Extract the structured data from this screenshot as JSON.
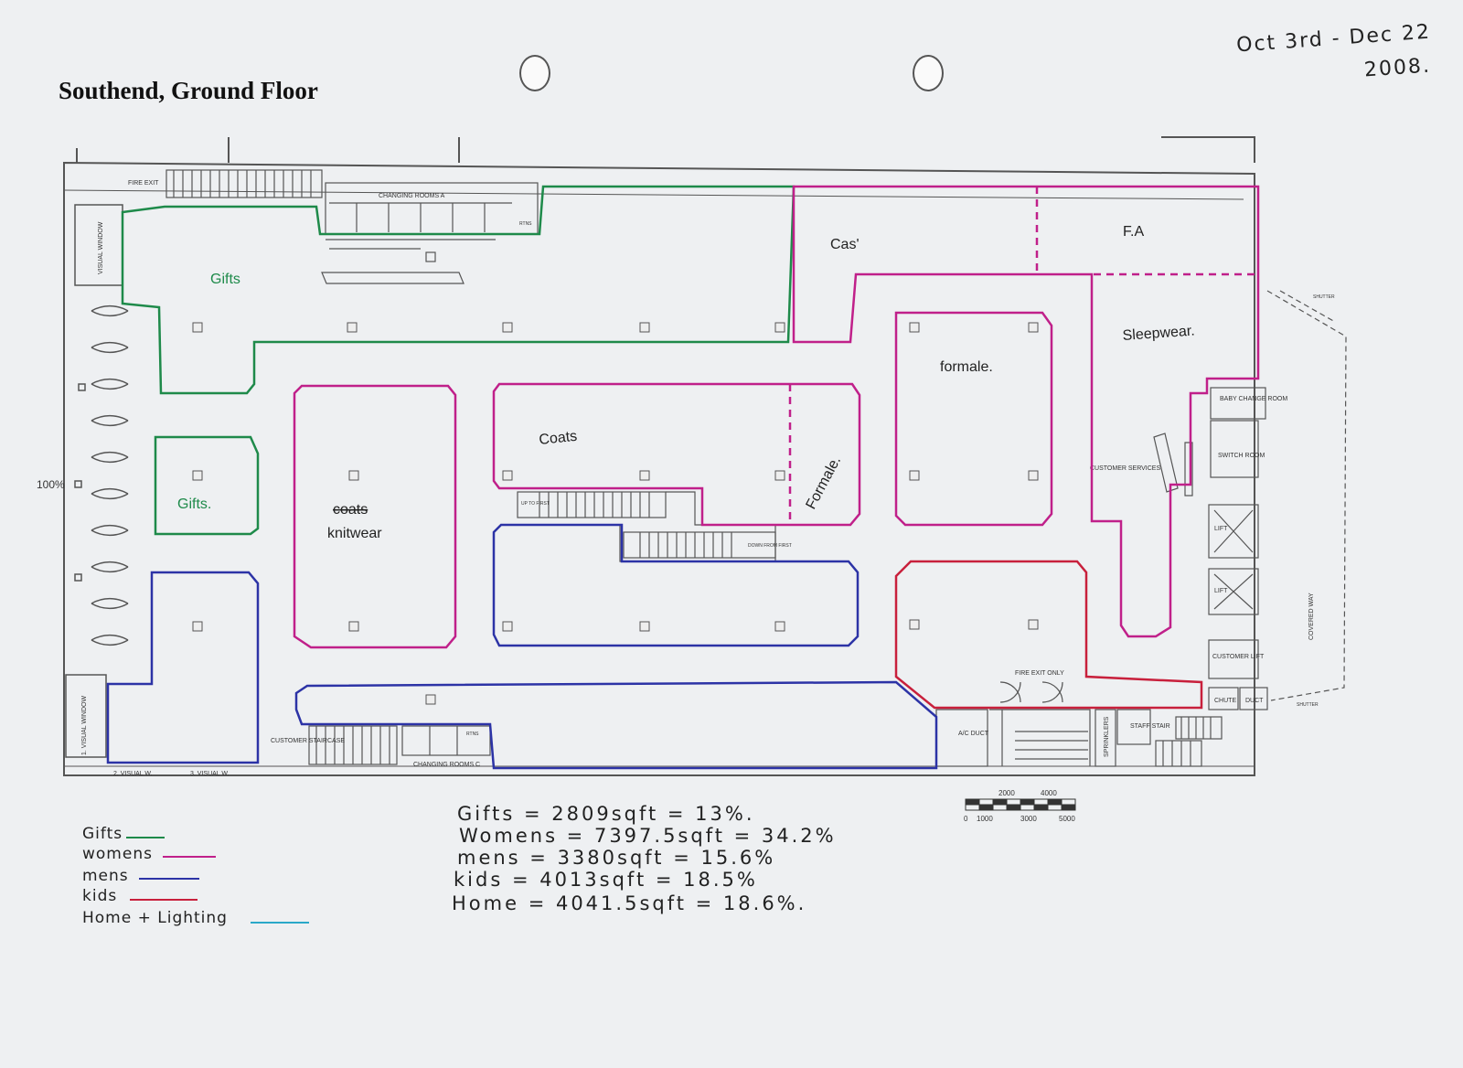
{
  "title": "Southend, Ground Floor",
  "date": {
    "line1": "Oct 3rd - Dec 22",
    "line2": "2008."
  },
  "colors": {
    "gifts": "#1e8a4a",
    "womens": "#c0208a",
    "mens": "#2c33a6",
    "kids": "#c8203c",
    "home": "#2aa8c8",
    "plan": "#555555"
  },
  "plan_labels": {
    "fire_exit": "FIRE EXIT",
    "visual_window": "VISUAL WINDOW",
    "changing_rooms_a": "CHANGING ROOMS A",
    "rtns_a": "RTNS",
    "changing_rooms_c": "CHANGING ROOMS C",
    "rtns_c": "RTNS",
    "customer_staircase": "CUSTOMER STAIRCASE",
    "up_to_first": "UP TO FIRST",
    "down_from_first": "DOWN FROM FIRST",
    "fire_exit_only": "FIRE EXIT ONLY",
    "ac_duct": "A/C DUCT",
    "sprinklers": "SPRINKLERS",
    "staff_stair": "STAFF STAIR",
    "chute": "CHUTE",
    "duct": "DUCT",
    "customer_lift": "CUSTOMER LIFT",
    "lift": "LIFT",
    "switch_room": "SWITCH ROOM",
    "baby_change_room": "BABY CHANGE ROOM",
    "customer_services": "CUSTOMER SERVICES",
    "covered_way": "COVERED WAY",
    "shutter": "SHUTTER",
    "visual_window_1": "1. VISUAL WINDOW",
    "visual_w_2": "2. VISUAL W.",
    "visual_w_3": "3. VISUAL W.",
    "percent": "100%"
  },
  "zones": {
    "gifts_top": "Gifts",
    "gifts_small": "Gifts.",
    "cas": "Cas'",
    "fa": "F.A",
    "sleepwear": "Sleepwear.",
    "formale_right": "formale.",
    "coats": "Coats",
    "formale_rotated": "Formale.",
    "coats_struck": "coats",
    "knitwear": "knitwear"
  },
  "scale_bar": {
    "top_ticks": [
      "2000",
      "4000"
    ],
    "bottom_ticks": [
      "0",
      "1000",
      "3000",
      "5000"
    ]
  },
  "legend": [
    {
      "label": "Gifts",
      "color_key": "gifts"
    },
    {
      "label": "womens",
      "color_key": "womens"
    },
    {
      "label": "mens",
      "color_key": "mens"
    },
    {
      "label": "kids",
      "color_key": "kids"
    },
    {
      "label": "Home + Lighting",
      "color_key": "home"
    }
  ],
  "stats": [
    "Gifts = 2809sqft = 13%.",
    "Womens = 7397.5sqft = 34.2%",
    "mens = 3380sqft = 15.6%",
    "kids = 4013sqft = 18.5%",
    "Home = 4041.5sqft = 18.6%."
  ]
}
